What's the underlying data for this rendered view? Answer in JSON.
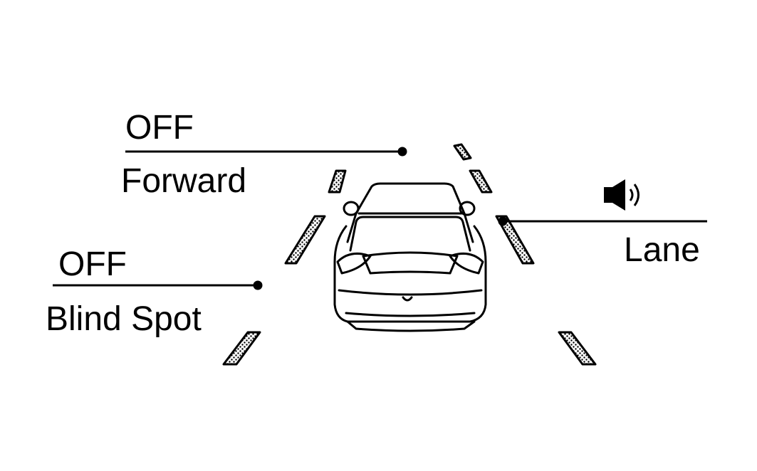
{
  "forward": {
    "status": "OFF",
    "label": "Forward"
  },
  "blind_spot": {
    "status": "OFF",
    "label": "Blind Spot"
  },
  "lane": {
    "label": "Lane",
    "indicator_icon": "speaker-icon"
  },
  "colors": {
    "ink": "#000000",
    "background": "#ffffff"
  }
}
